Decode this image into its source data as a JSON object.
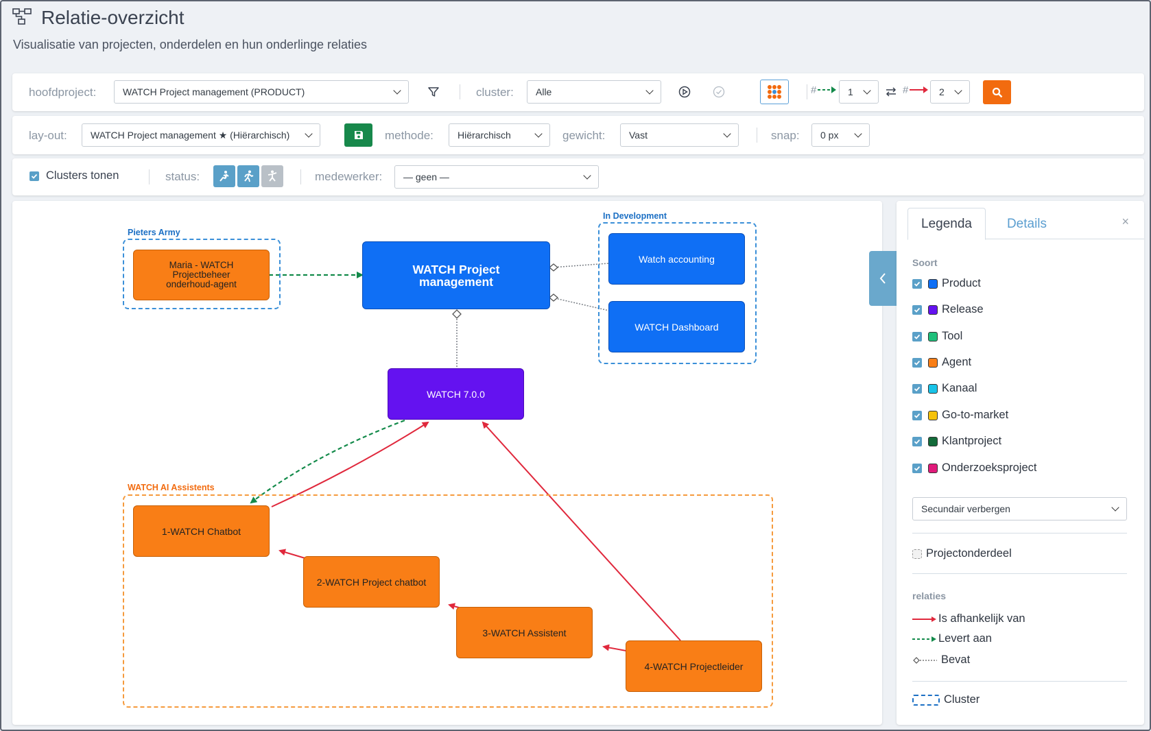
{
  "header": {
    "title": "Relatie-overzicht",
    "subtitle": "Visualisatie van projecten, onderdelen en hun onderlinge relaties"
  },
  "toolbar1": {
    "hoofdproject_label": "hoofdproject:",
    "hoofdproject_value": "WATCH Project management (PRODUCT)",
    "cluster_label": "cluster:",
    "cluster_value": "Alle",
    "depth_levert_prefix": "#",
    "depth_levert_value": "1",
    "depth_afh_prefix": "#",
    "depth_afh_value": "2"
  },
  "toolbar2": {
    "layout_label": "lay-out:",
    "layout_value": "WATCH Project management ★ (Hiërarchisch)",
    "methode_label": "methode:",
    "methode_value": "Hiërarchisch",
    "gewicht_label": "gewicht:",
    "gewicht_value": "Vast",
    "snap_label": "snap:",
    "snap_value": "0 px"
  },
  "toolbar3": {
    "clusters_label": "Clusters tonen",
    "status_label": "status:",
    "medewerker_label": "medewerker:",
    "medewerker_value": "— geen —"
  },
  "graph": {
    "clusters": {
      "pieters_army": "Pieters Army",
      "in_development": "In Development",
      "ai_assistents": "WATCH AI Assistents"
    },
    "nodes": {
      "maria": "Maria - WATCH Projectbeheer onderhoud-agent",
      "main": "WATCH Project management",
      "accounting": "Watch accounting",
      "dashboard": "WATCH Dashboard",
      "release": "WATCH 7.0.0",
      "chatbot": "1-WATCH Chatbot",
      "project_chatbot": "2-WATCH Project chatbot",
      "assistent": "3-WATCH Assistent",
      "projectleider": "4-WATCH Projectleider"
    }
  },
  "panel": {
    "tab_legenda": "Legenda",
    "tab_details": "Details",
    "close": "×",
    "soort_title": "Soort",
    "soort_items": [
      {
        "label": "Product",
        "color": "#0f6ff5"
      },
      {
        "label": "Release",
        "color": "#6412f0"
      },
      {
        "label": "Tool",
        "color": "#1fbf7a"
      },
      {
        "label": "Agent",
        "color": "#f97e16"
      },
      {
        "label": "Kanaal",
        "color": "#18c3e8"
      },
      {
        "label": "Go-to-market",
        "color": "#f5c20b"
      },
      {
        "label": "Klantproject",
        "color": "#136b3a"
      },
      {
        "label": "Onderzoeksproject",
        "color": "#e01a7a"
      }
    ],
    "secundair_value": "Secundair verbergen",
    "projectonderdeel": "Projectonderdeel",
    "relaties_title": "relaties",
    "rel_afhankelijk": "Is afhankelijk van",
    "rel_levert": "Levert aan",
    "rel_bevat": "Bevat",
    "cluster": "Cluster"
  },
  "colors": {
    "depends_red": "#e0283c",
    "delivers_green": "#138a4a",
    "cluster_blue": "#3a8fd8",
    "cluster_orange": "#f59a3c",
    "accent_orange": "#f26b0f",
    "save_green": "#17884b"
  }
}
